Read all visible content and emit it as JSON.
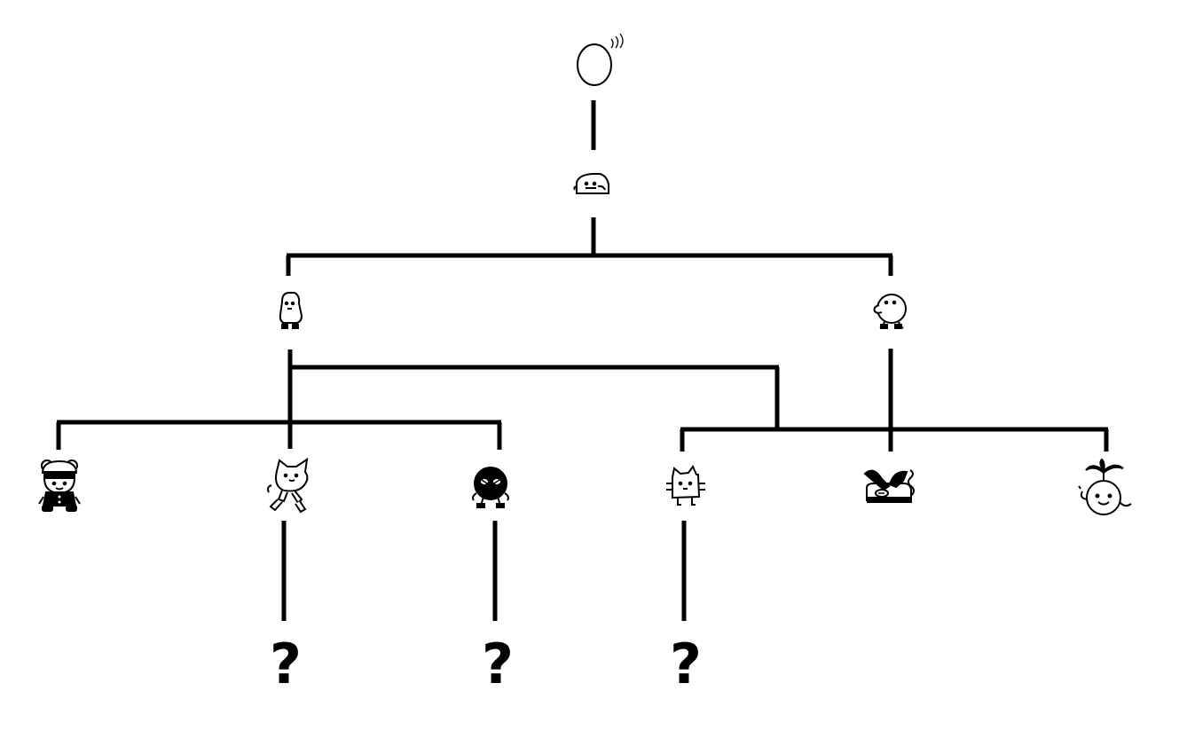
{
  "diagram": {
    "type": "evolution-tree",
    "colors": {
      "line": "#000000",
      "background": "#ffffff",
      "sprite_fill": "#000000",
      "sprite_outline": "#000000"
    },
    "nodes": [
      {
        "id": "egg",
        "sprite": "egg-icon",
        "stage": "egg"
      },
      {
        "id": "baby",
        "sprite": "baby-blob-icon",
        "stage": "baby"
      },
      {
        "id": "child-left",
        "sprite": "child-marutchi-icon",
        "stage": "child"
      },
      {
        "id": "child-right",
        "sprite": "child-bird-icon",
        "stage": "child"
      },
      {
        "id": "teen-bear",
        "sprite": "bear-teen-icon",
        "stage": "teen"
      },
      {
        "id": "teen-cat",
        "sprite": "cat-teen-icon",
        "stage": "teen"
      },
      {
        "id": "teen-blob",
        "sprite": "black-blob-teen-icon",
        "stage": "teen"
      },
      {
        "id": "teen-box",
        "sprite": "box-cat-teen-icon",
        "stage": "teen"
      },
      {
        "id": "teen-rabbit",
        "sprite": "rabbit-teen-icon",
        "stage": "teen"
      },
      {
        "id": "teen-palm",
        "sprite": "palm-tree-teen-icon",
        "stage": "teen"
      },
      {
        "id": "unknown-1",
        "sprite": "question-mark-icon",
        "stage": "adult",
        "label": "?"
      },
      {
        "id": "unknown-2",
        "sprite": "question-mark-icon",
        "stage": "adult",
        "label": "?"
      },
      {
        "id": "unknown-3",
        "sprite": "question-mark-icon",
        "stage": "adult",
        "label": "?"
      }
    ],
    "edges": [
      {
        "from": "egg",
        "to": "baby"
      },
      {
        "from": "baby",
        "to": "child-left"
      },
      {
        "from": "baby",
        "to": "child-right"
      },
      {
        "from": "child-left",
        "to": "teen-bear"
      },
      {
        "from": "child-left",
        "to": "teen-cat"
      },
      {
        "from": "child-left",
        "to": "teen-blob"
      },
      {
        "from": "child-left",
        "to": "teen-box"
      },
      {
        "from": "child-left",
        "to": "teen-rabbit"
      },
      {
        "from": "child-left",
        "to": "teen-palm"
      },
      {
        "from": "child-right",
        "to": "teen-rabbit"
      },
      {
        "from": "teen-cat",
        "to": "unknown-1"
      },
      {
        "from": "teen-blob",
        "to": "unknown-2"
      },
      {
        "from": "teen-box",
        "to": "unknown-3"
      }
    ]
  }
}
